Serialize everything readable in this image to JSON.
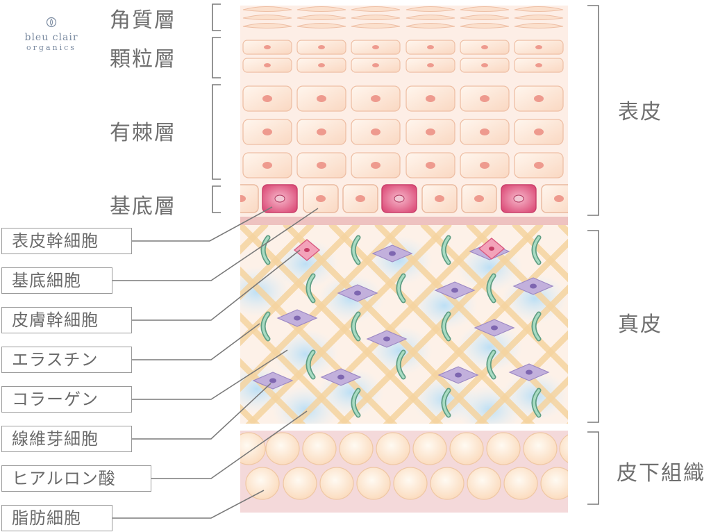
{
  "logo": {
    "line1": "bleu clair",
    "line2": "organics"
  },
  "layers": {
    "stratum_corneum": "角質層",
    "stratum_granulosum": "顆粒層",
    "stratum_spinosum": "有棘層",
    "stratum_basale": "基底層"
  },
  "regions": {
    "epidermis": "表皮",
    "dermis": "真皮",
    "subcutis": "皮下組織"
  },
  "callouts": [
    "表皮幹細胞",
    "基底細胞",
    "皮膚幹細胞",
    "エラスチン",
    "コラーゲン",
    "線維芽細胞",
    "ヒアルロン酸",
    "脂肪細胞"
  ],
  "colors": {
    "epidermis_bg": "#fdeee6",
    "cell_fill": "#fbe1d0",
    "cell_stroke": "#eebfa5",
    "nucleus": "#ee9a8e",
    "stem_cell": "#e15a82",
    "dermis_bg": "#fdf0e6",
    "collagen": "#f5d4a0",
    "hyaluronic": "#c6e4f6",
    "elastin": "#8cc7ac",
    "fibroblast": "#b8a6d4",
    "subcutis_bg": "#f6dcdc",
    "fat_cell": "#fde6d0",
    "text": "#6f6f6f"
  }
}
